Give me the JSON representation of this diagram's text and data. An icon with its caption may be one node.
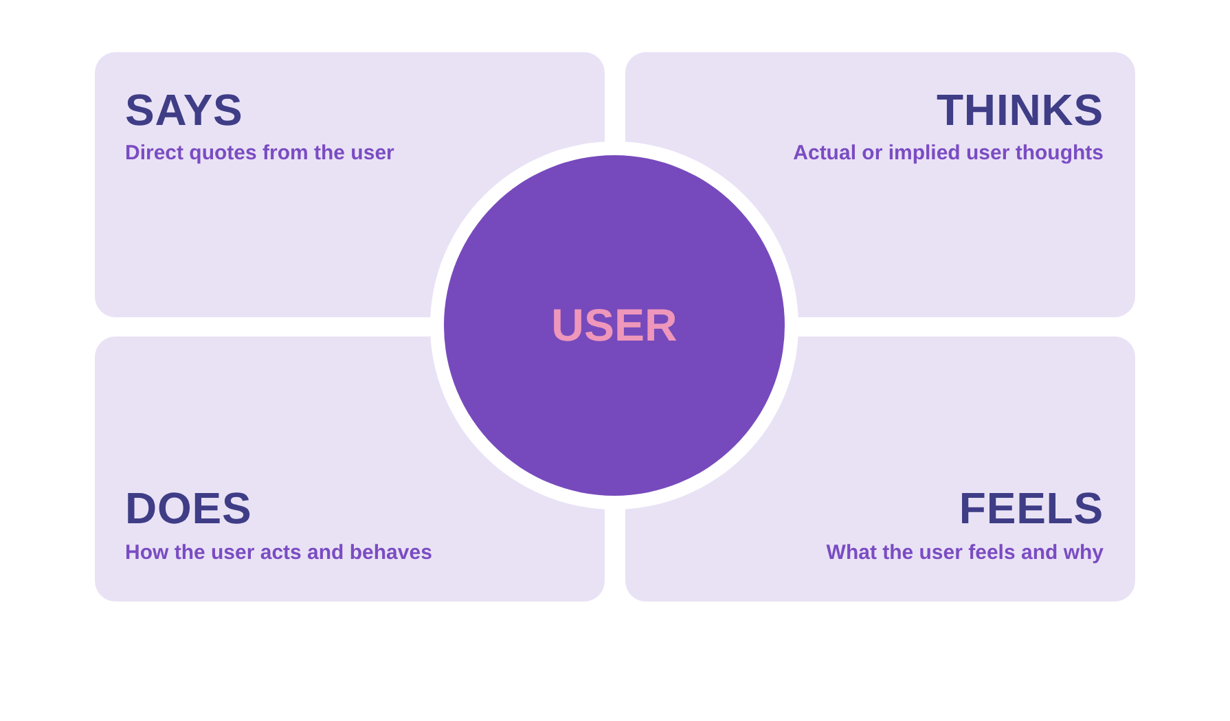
{
  "diagram": {
    "nodes": [
      {
        "text": [
          "SAYS",
          "Direct quotes from the user"
        ]
      },
      {
        "text": [
          "THINKS",
          "Actual or implied user thoughts"
        ]
      },
      {
        "text": [
          "USER"
        ]
      },
      {
        "text": [
          "DOES",
          "How the user acts and behaves"
        ]
      },
      {
        "text": [
          "FEELS",
          "What the user feels and why"
        ]
      }
    ]
  }
}
